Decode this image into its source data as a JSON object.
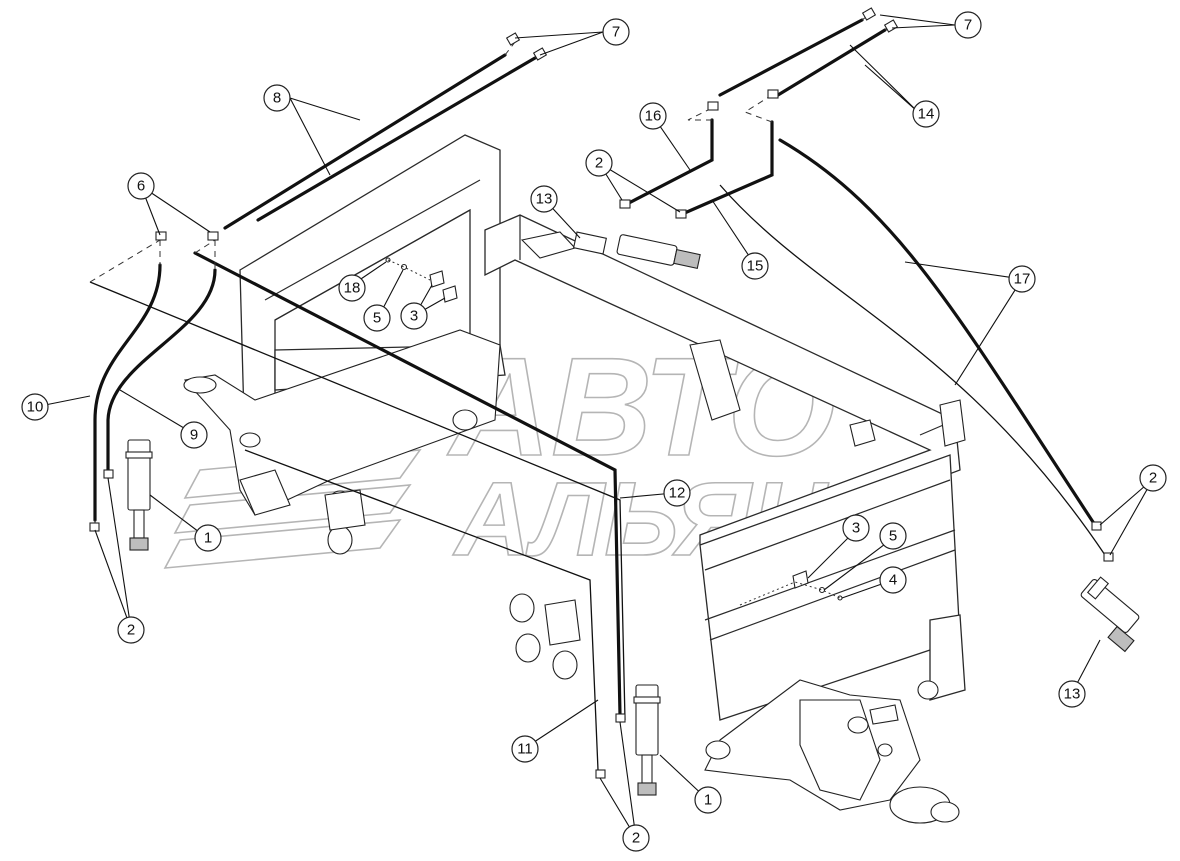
{
  "watermark": {
    "line1": "АВТО",
    "line2": "АЛЬЯНС"
  },
  "callouts": [
    {
      "id": "c7a",
      "label": "7"
    },
    {
      "id": "c7b",
      "label": "7"
    },
    {
      "id": "c8",
      "label": "8"
    },
    {
      "id": "c14",
      "label": "14"
    },
    {
      "id": "c16",
      "label": "16"
    },
    {
      "id": "c6",
      "label": "6"
    },
    {
      "id": "c2a",
      "label": "2"
    },
    {
      "id": "c13a",
      "label": "13"
    },
    {
      "id": "c15",
      "label": "15"
    },
    {
      "id": "c17",
      "label": "17"
    },
    {
      "id": "c18",
      "label": "18"
    },
    {
      "id": "c5a",
      "label": "5"
    },
    {
      "id": "c3a",
      "label": "3"
    },
    {
      "id": "c10",
      "label": "10"
    },
    {
      "id": "c9",
      "label": "9"
    },
    {
      "id": "c12",
      "label": "12"
    },
    {
      "id": "c1a",
      "label": "1"
    },
    {
      "id": "c2b",
      "label": "2"
    },
    {
      "id": "c3b",
      "label": "3"
    },
    {
      "id": "c5b",
      "label": "5"
    },
    {
      "id": "c4",
      "label": "4"
    },
    {
      "id": "c2c",
      "label": "2"
    },
    {
      "id": "c13b",
      "label": "13"
    },
    {
      "id": "c11",
      "label": "11"
    },
    {
      "id": "c1b",
      "label": "1"
    },
    {
      "id": "c2d",
      "label": "2"
    }
  ],
  "icons": {
    "hydraulic_cylinder": "hydraulic-cylinder-icon",
    "hose_fitting": "hose-fitting-icon",
    "roller": "roller-wheel-icon"
  }
}
